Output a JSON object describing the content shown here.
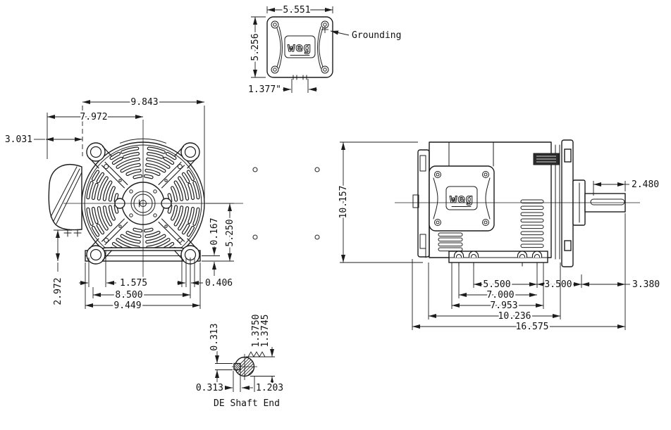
{
  "top_view": {
    "dim_width": "5.551",
    "dim_height": "5.256",
    "dim_conduit": "1.377\"",
    "grounding_label": "Grounding",
    "logo_text": "weg"
  },
  "front_view": {
    "dim_cover_diameter": "9.843",
    "dim_box_to_centerline": "7.972",
    "dim_box_depth": "3.031",
    "dim_foot_pad": "0.167",
    "dim_center_to_base": "5.250",
    "dim_box_to_base": "2.972",
    "dim_slot_offset": "1.575",
    "dim_slot_span": "8.500",
    "dim_base_width": "9.449",
    "dim_slot_width": "0.406"
  },
  "side_view": {
    "dim_height": "10.157",
    "dim_shaft_ext": "2.480",
    "dim_foot_inner": "5.500",
    "dim_foot_to_face": "3.500",
    "dim_face_to_shaft": "3.380",
    "dim_foot_outer": "7.000",
    "dim_base_pads": "7.953",
    "dim_base_length": "10.236",
    "dim_overall_length": "16.575",
    "logo_text": "weg"
  },
  "shaft_detail": {
    "dim_key_height": "0.313",
    "dim_key_width": "0.313",
    "dim_key_flat": "1.203",
    "dim_dia_max": "1.3750",
    "dim_dia_min": "1.3745",
    "caption": "DE Shaft End"
  }
}
